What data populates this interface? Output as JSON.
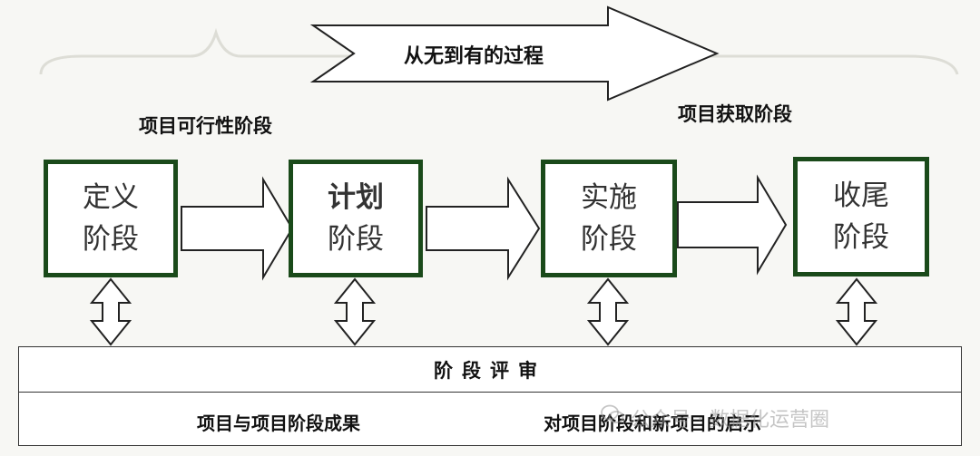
{
  "top_arrow": {
    "label": "从无到有的过程"
  },
  "group_labels": {
    "feasibility": "项目可行性阶段",
    "acquisition": "项目获取阶段"
  },
  "phases": [
    {
      "line1": "定义",
      "line2": "阶段"
    },
    {
      "line1": "计划",
      "line2": "阶段"
    },
    {
      "line1": "实施",
      "line2": "阶段"
    },
    {
      "line1": "收尾",
      "line2": "阶段"
    }
  ],
  "review": {
    "title": "阶段评审",
    "outputs_left": "项目与项目阶段成果",
    "outputs_right": "对项目阶段和新项目的启示"
  },
  "watermark": "公众号 · 数据化运营圈",
  "colors": {
    "box_border": "#1a4a1a",
    "background": "#f7f7f4",
    "line": "#222222"
  }
}
